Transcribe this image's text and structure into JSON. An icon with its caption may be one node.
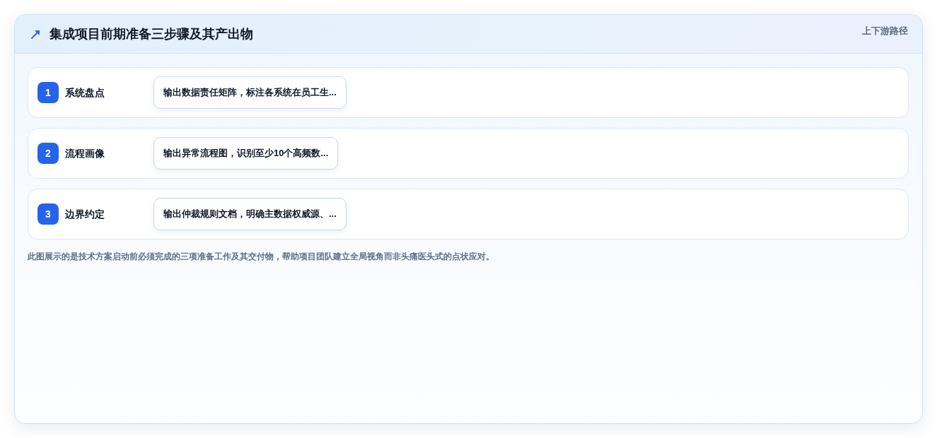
{
  "diagram": {
    "title": "集成项目前期准备三步骤及其产出物",
    "nodes": [
      {
        "text": [
          "系统盘点"
        ]
      },
      {
        "text": [
          "1"
        ],
        "in": 0
      },
      {
        "text": [
          "输出数据责任矩阵，标注各系统在员工生..."
        ],
        "in": 0
      },
      {
        "text": [
          "流程画像"
        ]
      },
      {
        "text": [
          "2"
        ],
        "in": 3
      },
      {
        "text": [
          "输出异常流程图，识别至少10个高频数..."
        ],
        "in": 3
      },
      {
        "text": [
          "边界约定"
        ]
      },
      {
        "text": [
          "3"
        ],
        "in": 6
      },
      {
        "text": [
          "输出仲裁规则文档，明确主数据权威源、..."
        ],
        "in": 6
      }
    ],
    "labels": [
      "上下游路径"
    ],
    "caption": "此图展示的是技术方案启动前必须完成的三项准备工作及其交付物，帮助项目团队建立全局视角而非头痛医头式的点状应对。"
  }
}
